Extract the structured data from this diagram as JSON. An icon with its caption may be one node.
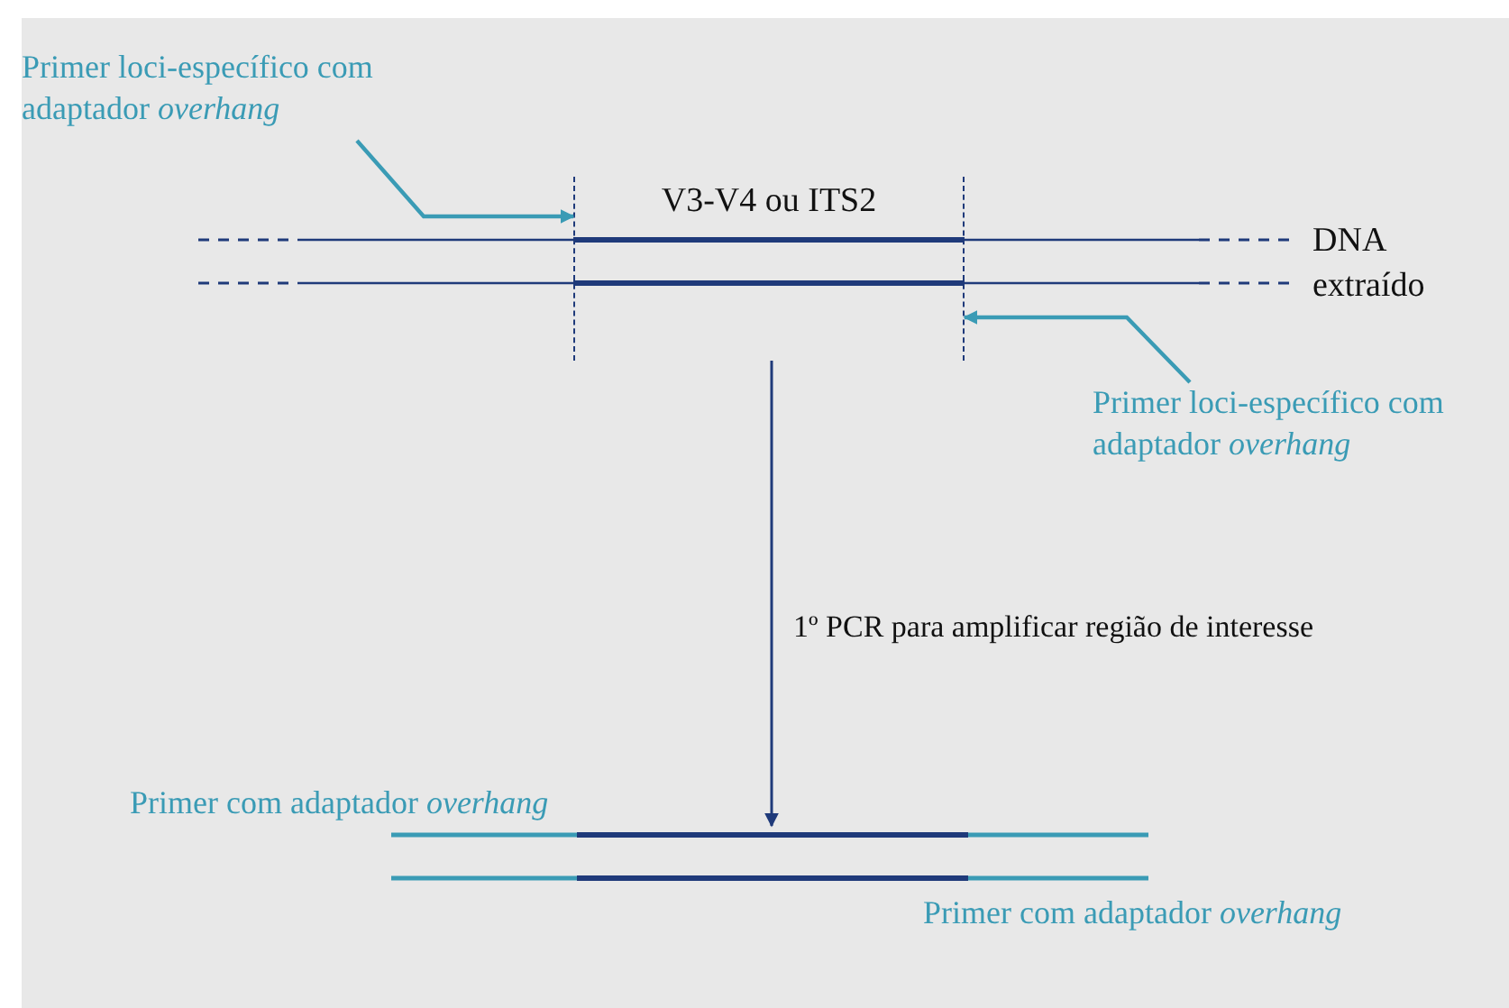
{
  "diagram": {
    "nodes": [
      {
        "text": [
          "Primer loci-específico com adaptador *overhang*"
        ]
      },
      {
        "text": [
          "V3-V4 ou ITS2"
        ]
      },
      {
        "text": [
          "Primer loci-específico com adaptador *overhang*"
        ]
      },
      {
        "text": [],
        "shape": "bar"
      }
    ],
    "edges": [
      {
        "from": 0,
        "to": 1,
        "arrow": "to"
      },
      {
        "from": 2,
        "to": 1,
        "arrow": "to"
      },
      {
        "from": 1,
        "to": 3,
        "arrow": "to",
        "label": "1º PCR para amplificar região de interesse",
        "color": "#1f3a7a"
      }
    ],
    "labels": [
      "DNA extraído",
      "Primer com adaptador *overhang*",
      "Primer com adaptador *overhang*"
    ]
  }
}
